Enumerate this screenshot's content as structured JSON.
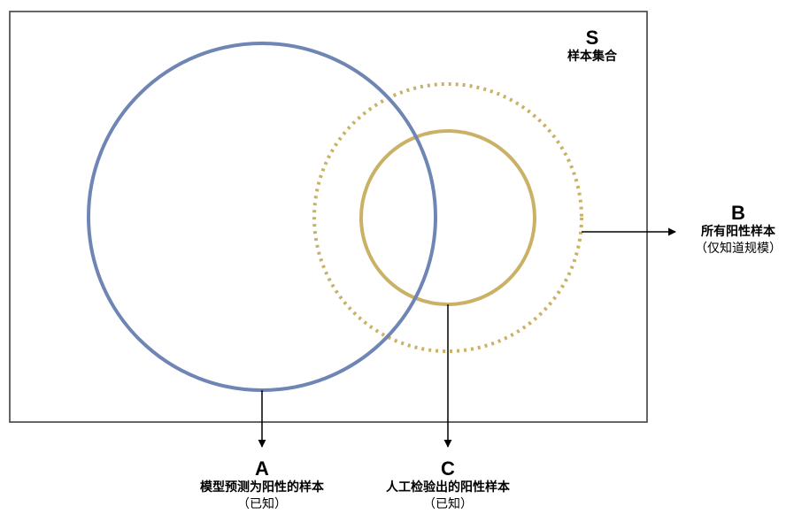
{
  "colors": {
    "set_a": "#6f86b4",
    "set_b": "#c9b166",
    "set_c": "#c9b166",
    "frame": "#333333",
    "arrow": "#000000"
  },
  "universe": {
    "letter": "S",
    "title": "样本集合"
  },
  "set_a": {
    "letter": "A",
    "title": "模型预测为阳性的样本",
    "note": "（已知）"
  },
  "set_b": {
    "letter": "B",
    "title": "所有阳性样本",
    "note": "（仅知道规模）"
  },
  "set_c": {
    "letter": "C",
    "title": "人工检验出的阳性样本",
    "note": "（已知）"
  }
}
